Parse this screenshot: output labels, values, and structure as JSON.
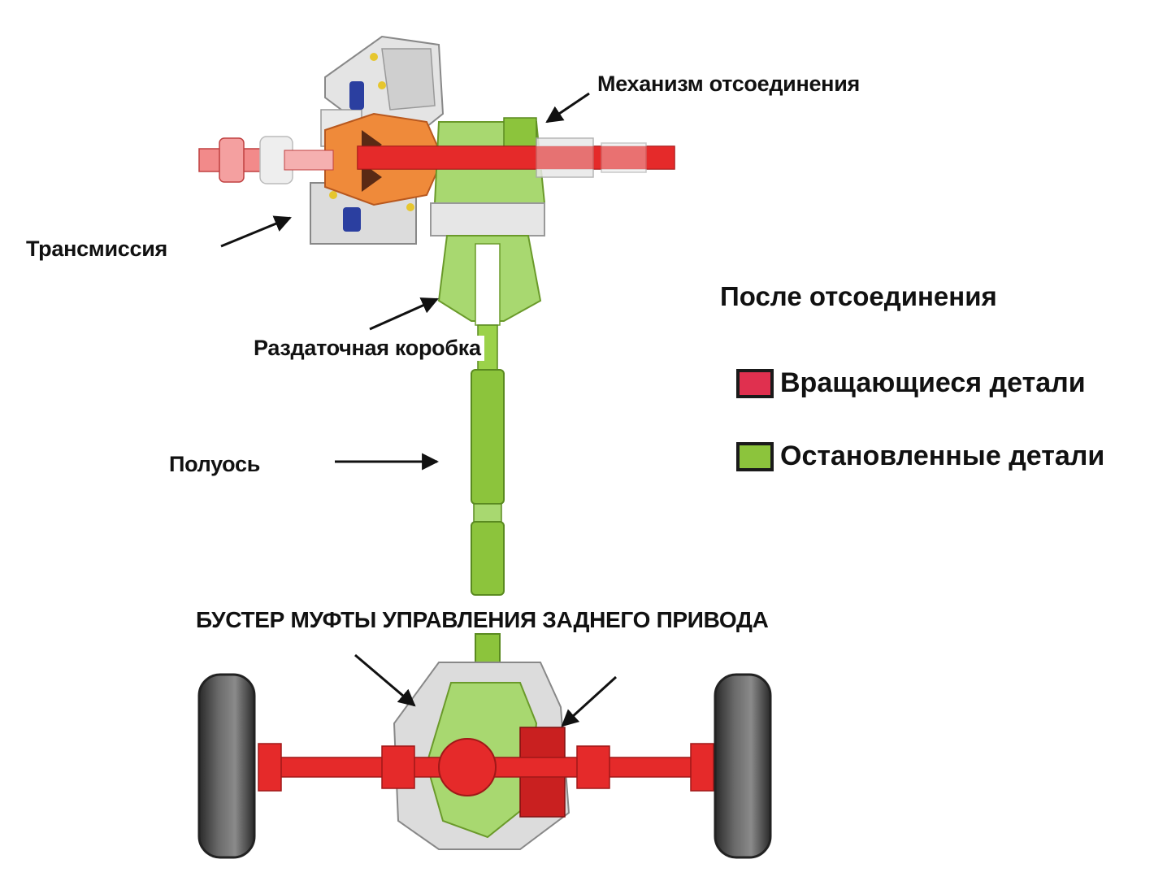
{
  "labels": {
    "disconnect_mechanism": "Механизм отсоединения",
    "transmission": "Трансмиссия",
    "transfer_case": "Раздаточная коробка",
    "half_shaft": "Полуось",
    "rear_drive_booster": "БУСТЕР МУФТЫ УПРАВЛЕНИЯ ЗАДНЕГО ПРИВОДА"
  },
  "legend": {
    "title": "После отсоединения",
    "items": [
      {
        "label": "Вращающиеся детали",
        "color": "#e0304f"
      },
      {
        "label": "Остановленные детали",
        "color": "#8cc43c"
      }
    ]
  },
  "colors": {
    "rotating": "#e52a2a",
    "stopped": "#8cc43c",
    "transmission": "#ef8a3a",
    "housing": "#d8d8d8",
    "tire": "#3a3a3a"
  }
}
